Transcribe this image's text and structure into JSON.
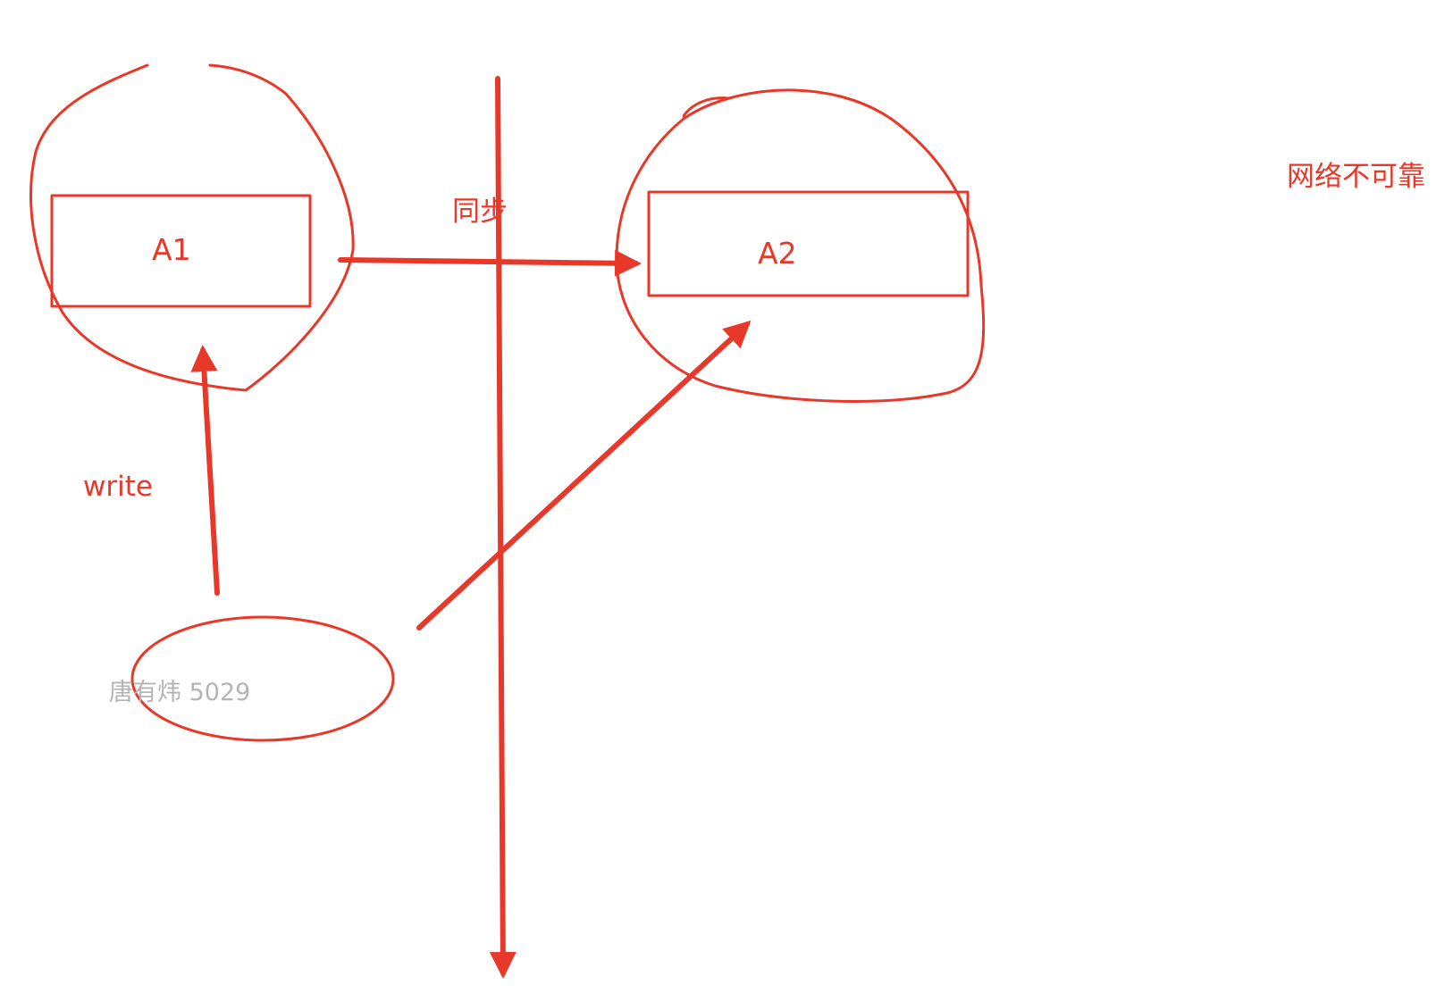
{
  "colors": {
    "ink": "#e8382a",
    "watermark": "#b4b4b4"
  },
  "labels": {
    "node_a1": "A1",
    "node_a2": "A2",
    "sync": "同步",
    "write": "write",
    "network_unreliable": "网络不可靠"
  },
  "watermark": {
    "text": "唐有炜 5029"
  }
}
